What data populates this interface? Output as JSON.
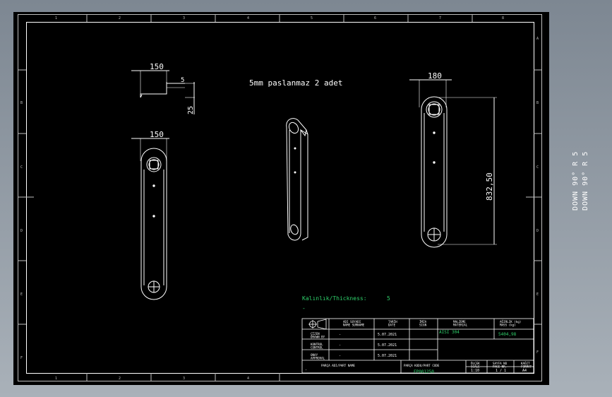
{
  "colors": {
    "background": "#000000",
    "line": "#ffffff",
    "green": "#2fd06b",
    "frame": "#bfbfbf"
  },
  "border": {
    "top_numbers": [
      "1",
      "2",
      "3",
      "4",
      "5",
      "6",
      "7",
      "8"
    ],
    "bottom_numbers": [
      "1",
      "2",
      "3",
      "4"
    ],
    "right_letters": [
      "A",
      "B",
      "C",
      "D",
      "E",
      "F"
    ],
    "left_letters": [
      "B",
      "C",
      "D",
      "E",
      "F"
    ]
  },
  "dimensions": {
    "top_left_width": "150",
    "top_left_gap": "5",
    "top_left_height": "25",
    "front_width": "150",
    "right_width": "180",
    "right_length": "832,50"
  },
  "note": "5mm paslanmaz 2 adet",
  "thickness": {
    "label": "Kalınlık/Thickness:",
    "value": "5",
    "dash": "-"
  },
  "side_notes": [
    "DOWN 90° R 5",
    "DOWN 90° R 5"
  ],
  "title_block": {
    "header_name": "ADI SOYADI\nNAME SURNAME",
    "header_date": "TARİH\nDATE",
    "header_sign": "İMZA\nSIGN",
    "header_material": "MALZEME\nMATERIAL",
    "header_weight": "AĞIRLIK (kg)\nMASS (kg)",
    "row1_label": "ÇİZEN\nDRAWN BY",
    "row2_label": "KONTROL\nCONTROL",
    "row3_label": "ONAY\nAPPROVAL",
    "row_name": "-",
    "row1_date": "5.07.2021",
    "row2_date": "5.07.2021",
    "row3_date": "5.07.2021",
    "material": "AISI 304",
    "weight": "5404,98",
    "part_name_label": "PARÇA ADI/PART NAME",
    "part_name_value": "-",
    "part_code_label": "PARÇA KODU/PART CODE",
    "part_code_value": "FP001250",
    "scale_label": "ÖLÇEK\nSCALE",
    "scale_value": "1:10",
    "page_label": "SAYFA NO\nPAGE NR.",
    "page_value": "1 / 1",
    "format_label": "KAĞIT\nFORMAT",
    "format_value": "A4"
  }
}
